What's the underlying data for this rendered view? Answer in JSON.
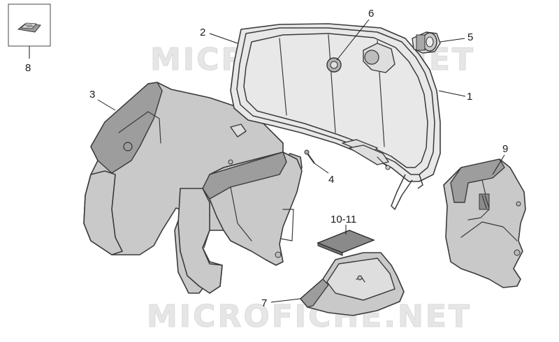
{
  "watermark": "MICROFICHE.NET",
  "callouts": {
    "c1": "1",
    "c2": "2",
    "c3": "3",
    "c4": "4",
    "c5": "5",
    "c6": "6",
    "c7": "7",
    "c8": "8",
    "c9": "9",
    "c10": "10-11"
  }
}
